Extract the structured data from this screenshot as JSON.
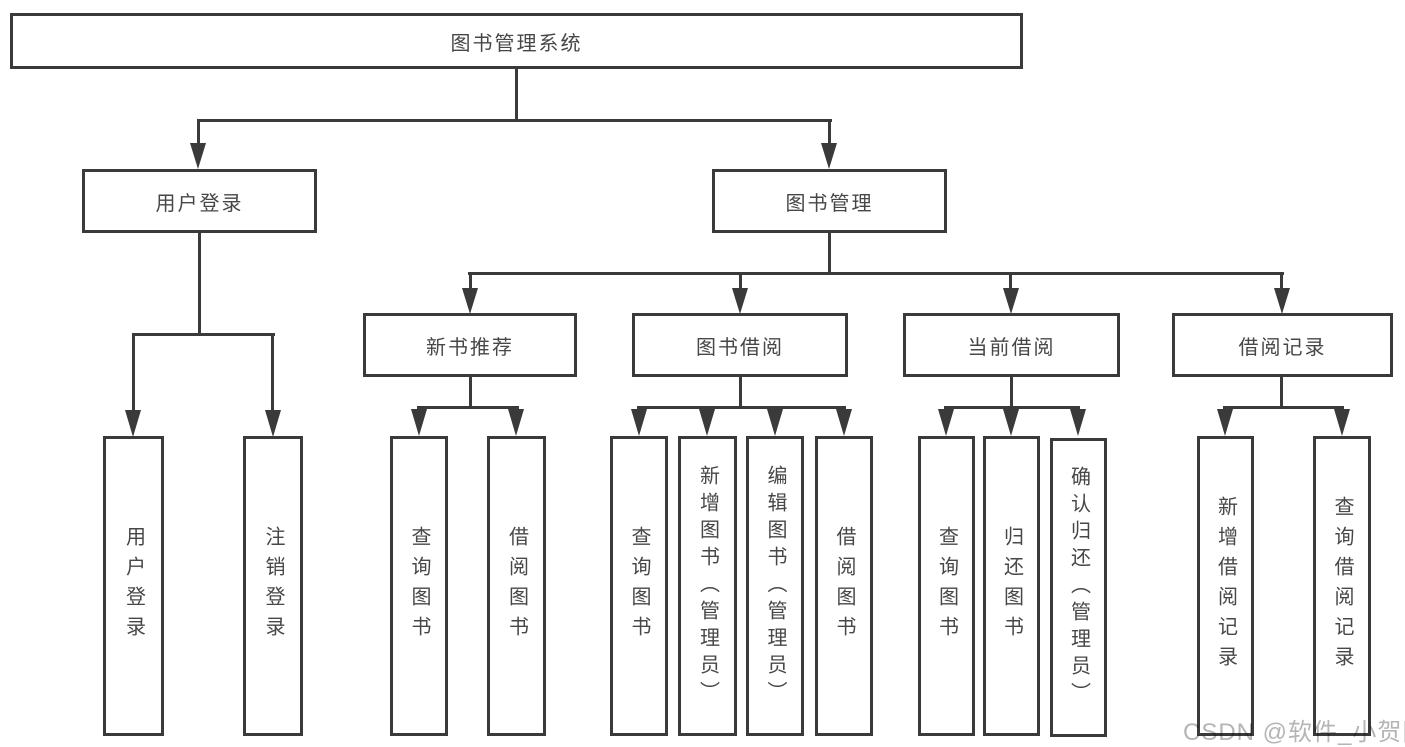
{
  "diagram": {
    "type": "hierarchy-tree",
    "tree": {
      "label": "图书管理系统",
      "children": [
        {
          "label": "用户登录",
          "children": [
            {
              "label": "用户登录"
            },
            {
              "label": "注销登录"
            }
          ]
        },
        {
          "label": "图书管理",
          "children": [
            {
              "label": "新书推荐",
              "children": [
                {
                  "label": "查询图书"
                },
                {
                  "label": "借阅图书"
                }
              ]
            },
            {
              "label": "图书借阅",
              "children": [
                {
                  "label": "查询图书"
                },
                {
                  "label": "新增图书（管理员）"
                },
                {
                  "label": "编辑图书（管理员）"
                },
                {
                  "label": "借阅图书"
                }
              ]
            },
            {
              "label": "当前借阅",
              "children": [
                {
                  "label": "查询图书"
                },
                {
                  "label": "归还图书"
                },
                {
                  "label": "确认归还（管理员）"
                }
              ]
            },
            {
              "label": "借阅记录",
              "children": [
                {
                  "label": "新增借阅记录"
                },
                {
                  "label": "查询借阅记录"
                }
              ]
            }
          ]
        }
      ]
    },
    "colors": {
      "line": "#3a3a3a",
      "text": "#474747",
      "background": "#ffffff",
      "watermark": "#b5b5b5"
    }
  },
  "watermark": {
    "text": "CSDN @软件_小贺同学"
  }
}
